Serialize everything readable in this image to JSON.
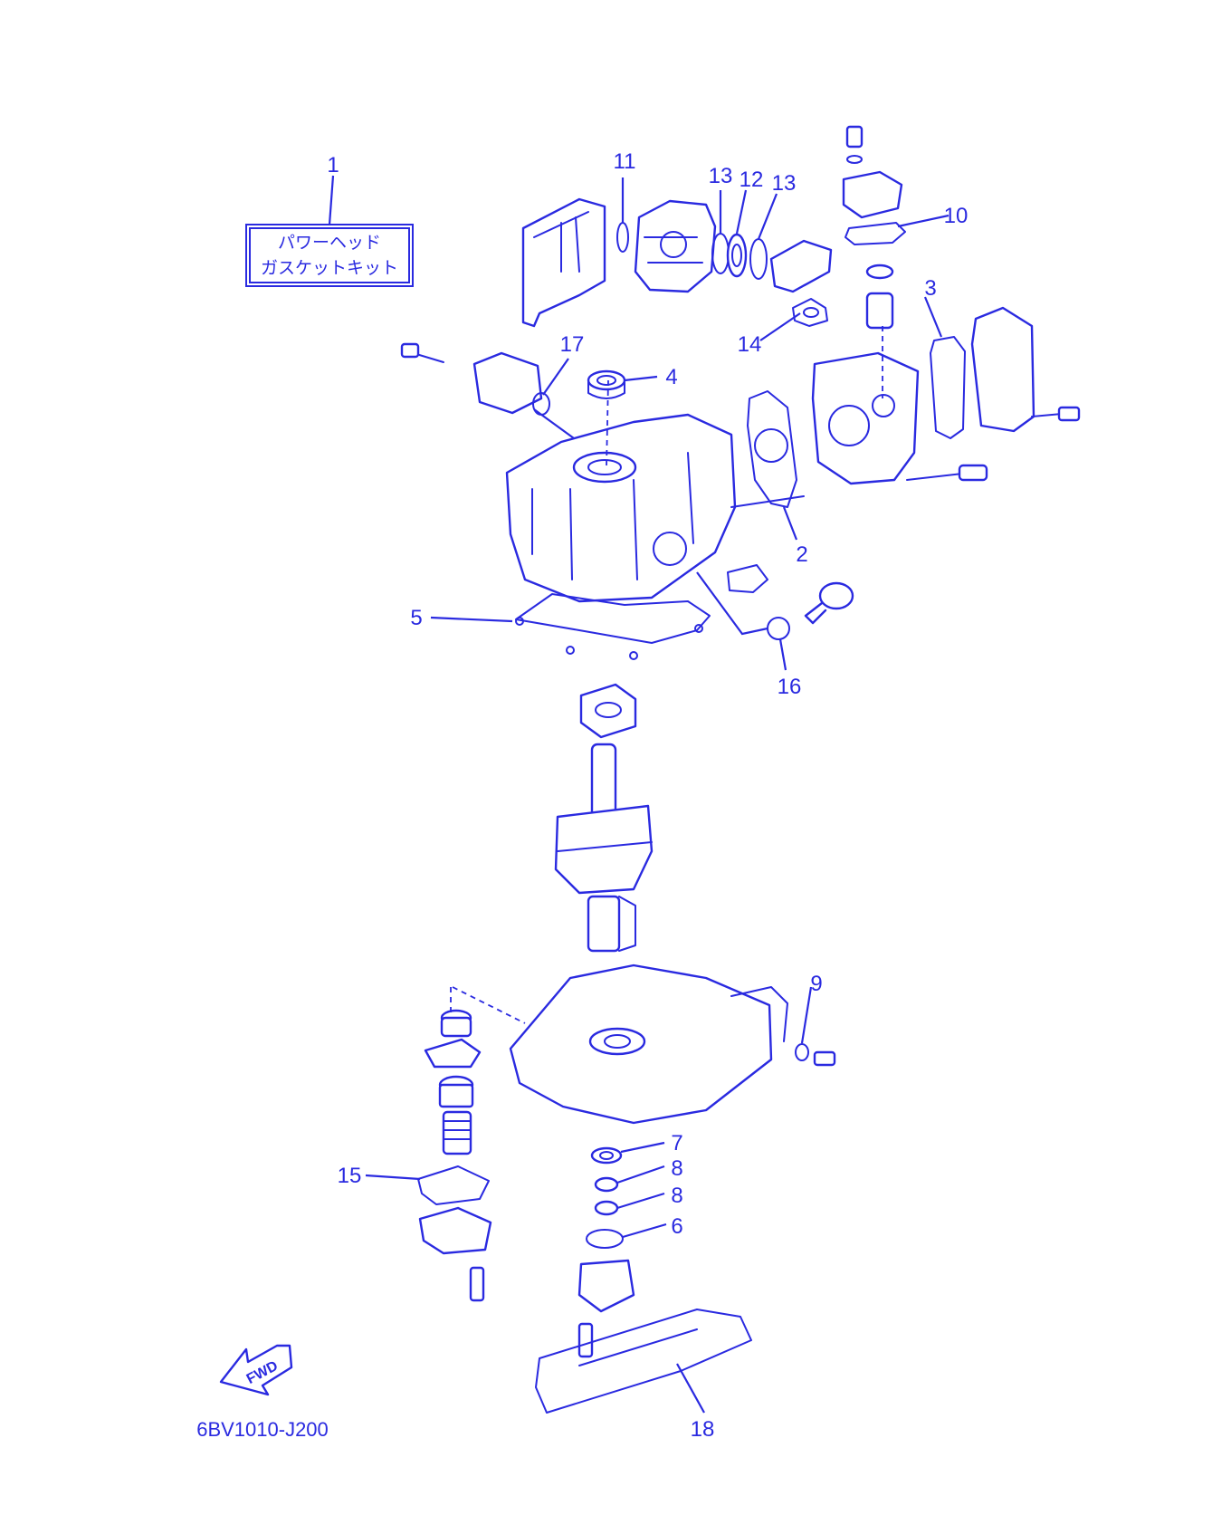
{
  "kit_label": {
    "line1": "パワーヘッド",
    "line2": "ガスケットキット"
  },
  "diagram_code": "6BV1010-J200",
  "fwd_label": "FWD",
  "callouts": [
    {
      "id": "c1",
      "text": "1"
    },
    {
      "id": "c2",
      "text": "2"
    },
    {
      "id": "c3",
      "text": "3"
    },
    {
      "id": "c4",
      "text": "4"
    },
    {
      "id": "c5",
      "text": "5"
    },
    {
      "id": "c6",
      "text": "6"
    },
    {
      "id": "c7",
      "text": "7"
    },
    {
      "id": "c8a",
      "text": "8"
    },
    {
      "id": "c8b",
      "text": "8"
    },
    {
      "id": "c9",
      "text": "9"
    },
    {
      "id": "c10",
      "text": "10"
    },
    {
      "id": "c11",
      "text": "11"
    },
    {
      "id": "c12",
      "text": "12"
    },
    {
      "id": "c13a",
      "text": "13"
    },
    {
      "id": "c13b",
      "text": "13"
    },
    {
      "id": "c14",
      "text": "14"
    },
    {
      "id": "c15",
      "text": "15"
    },
    {
      "id": "c16",
      "text": "16"
    },
    {
      "id": "c17",
      "text": "17"
    },
    {
      "id": "c18",
      "text": "18"
    }
  ],
  "colors": {
    "line": "#2a2ae0",
    "background": "#ffffff"
  }
}
